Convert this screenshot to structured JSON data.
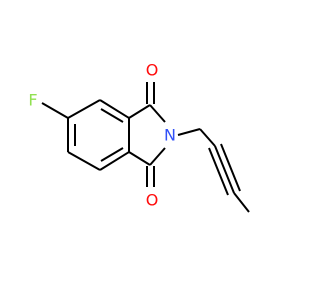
{
  "molecule": {
    "atoms": [
      {
        "id": "F",
        "label": "F",
        "color": "#90e050"
      },
      {
        "id": "O1",
        "label": "O",
        "color": "#ff0d0d"
      },
      {
        "id": "O2",
        "label": "O",
        "color": "#ff0d0d"
      },
      {
        "id": "N",
        "label": "N",
        "color": "#3050f8"
      }
    ],
    "bond_color": "#000000"
  }
}
